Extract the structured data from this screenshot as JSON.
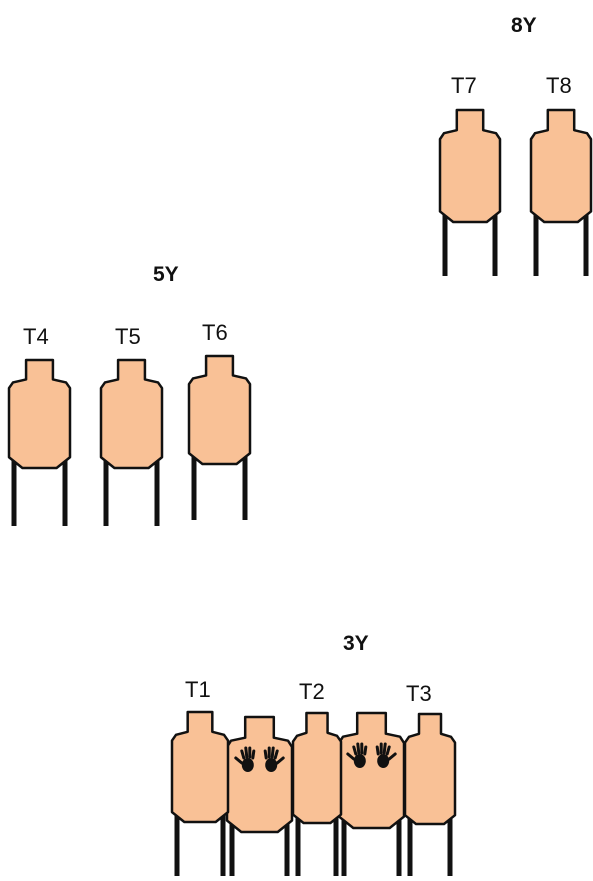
{
  "distances": [
    {
      "id": "dist-8y",
      "text": "8Y"
    },
    {
      "id": "dist-5y",
      "text": "5Y"
    },
    {
      "id": "dist-3y",
      "text": "3Y"
    }
  ],
  "targets": [
    {
      "id": "t1",
      "label": "T1",
      "type": "shoot"
    },
    {
      "id": "t2",
      "label": "T2",
      "type": "shoot"
    },
    {
      "id": "t3",
      "label": "T3",
      "type": "shoot"
    },
    {
      "id": "t4",
      "label": "T4",
      "type": "shoot"
    },
    {
      "id": "t5",
      "label": "T5",
      "type": "shoot"
    },
    {
      "id": "t6",
      "label": "T6",
      "type": "shoot"
    },
    {
      "id": "t7",
      "label": "T7",
      "type": "shoot"
    },
    {
      "id": "t8",
      "label": "T8",
      "type": "shoot"
    }
  ],
  "no_shoots": [
    {
      "id": "ns-1",
      "between": "T1-T2"
    },
    {
      "id": "ns-2",
      "between": "T2-T3"
    }
  ],
  "colors": {
    "target_fill": "#F9C196",
    "outline": "#111111",
    "hand": "#111111"
  }
}
